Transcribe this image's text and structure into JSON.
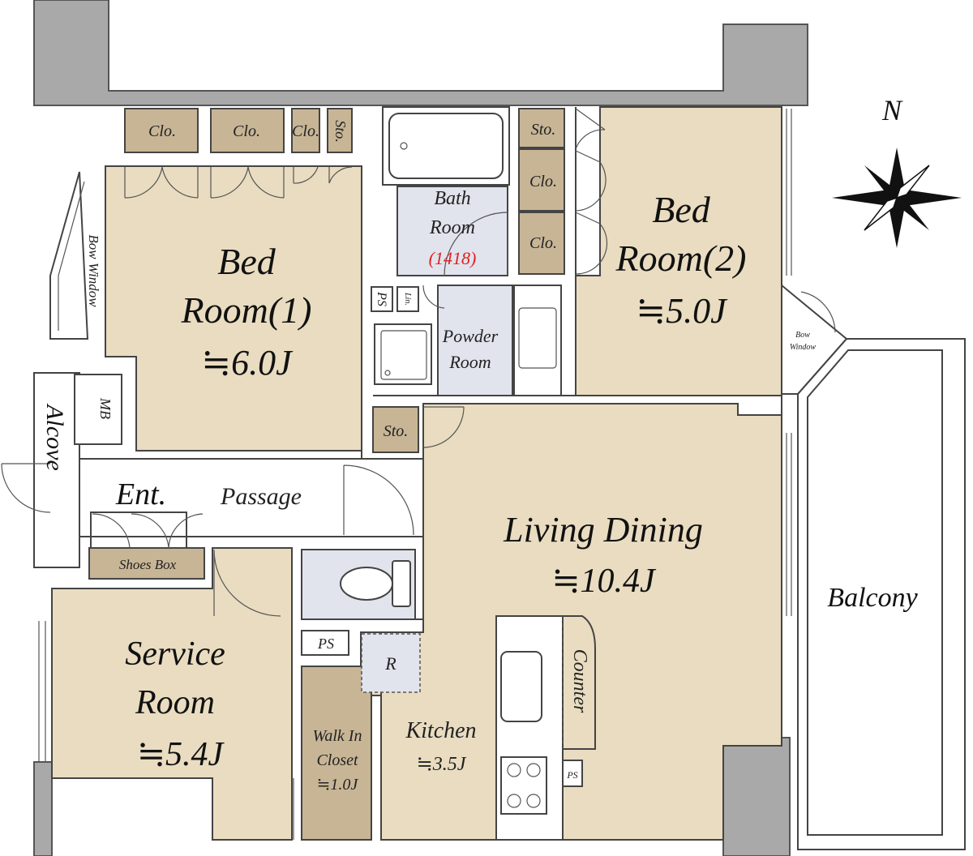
{
  "rooms": {
    "bed1": {
      "line1": "Bed",
      "line2": "Room(1)",
      "size": "≒6.0J"
    },
    "bed2": {
      "line1": "Bed",
      "line2": "Room(2)",
      "size": "≒5.0J"
    },
    "living": {
      "line1": "Living Dining",
      "size": "≒10.4J"
    },
    "service": {
      "line1": "Service",
      "line2": "Room",
      "size": "≒5.4J"
    },
    "kitchen": {
      "line1": "Kitchen",
      "size": "≒3.5J"
    },
    "walkin": {
      "line1": "Walk In",
      "line2": "Closet",
      "size": "≒1.0J"
    },
    "bath": {
      "line1": "Bath",
      "line2": "Room",
      "code": "(1418)"
    },
    "powder": {
      "line1": "Powder",
      "line2": "Room"
    },
    "balcony": "Balcony",
    "entrance": "Ent.",
    "passage": "Passage",
    "alcove": "Alcove"
  },
  "labels": {
    "clo": "Clo.",
    "sto": "Sto.",
    "ps": "PS",
    "mb": "MB",
    "lin": "Lin.",
    "shoes_box": "Shoes Box",
    "bow_window": "Bow Window",
    "bow_window_small_1": "Bow",
    "bow_window_small_2": "Window",
    "counter": "Counter",
    "refrigerator": "R",
    "north": "N"
  },
  "colors": {
    "floor": "#e9dcc0",
    "wet_area": "#e1e3ed",
    "storage": "#c7b596",
    "wall": "#a9a9a9",
    "bath_code": "#e02020"
  }
}
